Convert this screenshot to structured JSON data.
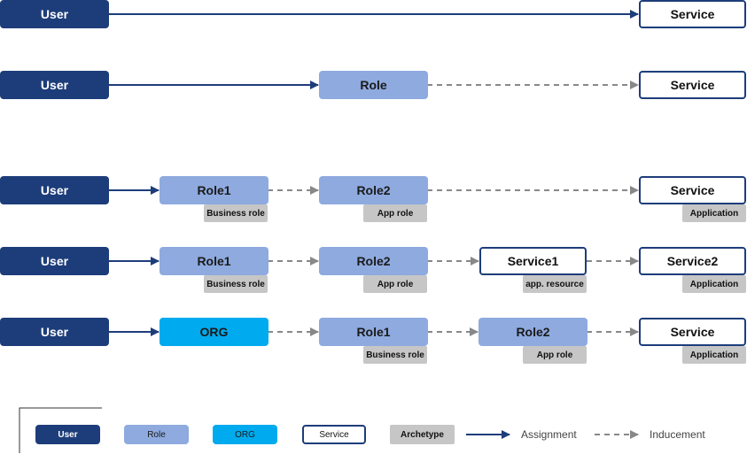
{
  "rows": [
    {
      "user": "User",
      "service": "Service"
    },
    {
      "user": "User",
      "role": "Role",
      "service": "Service"
    },
    {
      "user": "User",
      "role1": "Role1",
      "role1_archetype": "Business role",
      "role2": "Role2",
      "role2_archetype": "App role",
      "service": "Service",
      "service_archetype": "Application"
    },
    {
      "user": "User",
      "role1": "Role1",
      "role1_archetype": "Business role",
      "role2": "Role2",
      "role2_archetype": "App role",
      "service1": "Service1",
      "service1_archetype": "app. resource",
      "service2": "Service2",
      "service2_archetype": "Application"
    },
    {
      "user": "User",
      "org": "ORG",
      "role1": "Role1",
      "role1_archetype": "Business role",
      "role2": "Role2",
      "role2_archetype": "App role",
      "service": "Service",
      "service_archetype": "Application"
    }
  ],
  "legend": {
    "user": "User",
    "role": "Role",
    "org": "ORG",
    "service": "Service",
    "archetype": "Archetype",
    "assignment": "Assignment",
    "inducement": "Inducement"
  },
  "colors": {
    "user": "#1d3d7a",
    "role": "#8eaadf",
    "org": "#00aaee",
    "archetype": "#c6c6c6",
    "assignment_arrow": "#1d3d7a",
    "inducement_arrow": "#888888"
  }
}
